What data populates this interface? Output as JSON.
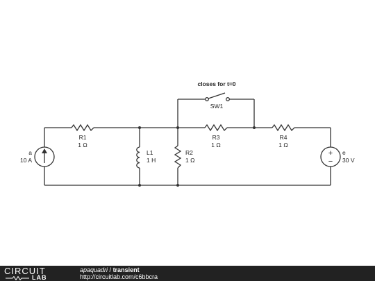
{
  "components": {
    "source_a": {
      "name": "a",
      "value": "10 A"
    },
    "r1": {
      "name": "R1",
      "value": "1 Ω"
    },
    "l1": {
      "name": "L1",
      "value": "1 H"
    },
    "r2": {
      "name": "R2",
      "value": "1 Ω"
    },
    "r3": {
      "name": "R3",
      "value": "1 Ω"
    },
    "r4": {
      "name": "R4",
      "value": "1 Ω"
    },
    "sw1": {
      "name": "SW1",
      "note": "closes for t=0"
    },
    "source_e": {
      "name": "e",
      "value": "30 V",
      "plus": "+",
      "minus": "−"
    }
  },
  "footer": {
    "logo_top": "CIRCUIT",
    "logo_bottom": "LAB",
    "author": "apaquadri",
    "separator": " / ",
    "title": "transient",
    "url": "http://circuitlab.com/c6bbcra"
  },
  "colors": {
    "footer_bg": "#222222",
    "wire": "#333333"
  }
}
